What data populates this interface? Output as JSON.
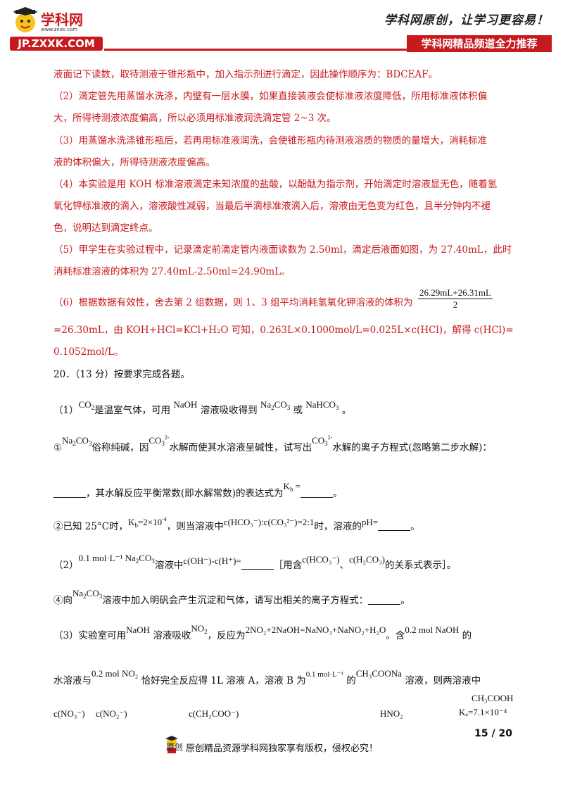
{
  "header": {
    "logo_text": "学科网",
    "logo_url": "www.zxxk.com",
    "badge": "JP.ZXXK.COM",
    "slogan": "学科网原创，让学习更容易！",
    "channel": "学科网精品频道全力推荐"
  },
  "answer": {
    "l1": "液面记下读数，取待测液于锥形瓶中，加入指示剂进行滴定，因此操作顺序为：BDCEAF。",
    "l2": "（2）滴定管先用蒸馏水洗涤，内壁有一层水膜，如果直接装液会使标准液浓度降低，所用标准液体积偏",
    "l3": "大，所得待测液浓度偏高，所以必须用标准液润洗滴定管 2~3 次。",
    "l4": "（3）用蒸馏水洗涤锥形瓶后，若再用标准液润洗，会使锥形瓶内待测液溶质的物质的量增大，消耗标准",
    "l5": "液的体积偏大，所得待测液浓度偏高。",
    "l6": "（4）本实验是用 KOH 标准溶液滴定未知浓度的盐酸，以酚酞为指示剂，开始滴定时溶液显无色，随着氢",
    "l7": "氧化钾标准液的滴入，溶液酸性减弱，当最后半滴标准液滴入后，溶液由无色变为红色，且半分钟内不褪",
    "l8": "色，说明达到滴定终点。",
    "l9": "（5）甲学生在实验过程中，记录滴定前滴定管内液面读数为 2.50ml，滴定后液面如图，为 27.40mL，此时",
    "l10": "消耗标准溶液的体积为 27.40mL-2.50ml=24.90mL。",
    "l11": "（6）根据数据有效性，舍去第 2 组数据，则 1、3 组平均消耗氢氧化钾溶液的体积为",
    "frac_num": "26.29mL+26.31mL",
    "frac_den": "2",
    "l12": "=26.30mL，由 KOH+HCl=KCl+H₂O 可知，0.263L×0.1000mol/L=0.025L×c(HCl)，解得 c(HCl)=",
    "l13": "0.1052mol/L。"
  },
  "q20": {
    "title": "20．（13 分）按要求完成各题。",
    "p1_a": "（1）",
    "co2": "CO",
    "p1_b": "是温室气体，可用",
    "naoh": "NaOH",
    "p1_c": "溶液吸收得到",
    "na2co3": "Na",
    "p1_d": "或",
    "nahco3": "NaHCO",
    "p1_e": "。",
    "q1_a": "①",
    "q1_b": "俗称纯碱，因",
    "co3": "CO",
    "q1_c": "水解而使其水溶液呈碱性，试写出",
    "q1_d": "水解的离子方程式(忽略第二步水解)：",
    "q1_e": "，其水解反应平衡常数(即水解常数)的表达式为",
    "kb": "K",
    "q1_f": "=",
    "q2_a": "②已知 25°C时，",
    "q2_kb": "=2×10",
    "q2_b": "，则当溶液中",
    "q2_ratio": "c(HCO₃⁻):c(CO₃²⁻)=2:1",
    "q2_c": "时，溶液的",
    "ph": "pH=",
    "q2_d": "。",
    "q3_a": "（2）",
    "q3_conc": "0.1 mol·L⁻¹",
    "q3_b": "溶液中",
    "q3_expr": "c(OH⁻)-c(H⁺)=",
    "q3_c": "［用含",
    "q3_hco3": "c(HCO₃⁻)",
    "q3_d": "、",
    "q3_h2co3": "c(H₂CO₃)",
    "q3_e": "的关系式表示］。",
    "q4_a": "④向",
    "q4_b": "溶液中加入明矾会产生沉淀和气体，请写出相关的离子方程式：",
    "q4_c": "。",
    "p3_a": "（3）实验室可用",
    "p3_b": "溶液吸收",
    "no2": "NO",
    "p3_c": "，反应为",
    "p3_eq": "2NO₂+2NaOH=NaNO₃+NaNO₂+H₂O",
    "p3_d": "。含",
    "p3_amt": "0.2 mol NaOH",
    "p3_e": "的",
    "p4_a": "水溶液与",
    "p4_amt": "0.2 mol NO₂",
    "p4_b": "恰好完全反应得 1L 溶液 A，溶液 B 为",
    "p4_conc": "0.1 mol·L⁻¹",
    "p4_c": "的",
    "ch3coona": "CH₃COONa",
    "p4_d": "溶液，则两溶液中",
    "p5_no3": "c(NO₃⁻)",
    "p5_no2": "c(NO₂⁻)",
    "p5_ac": "c(CH₃COO⁻)",
    "p5_hno2": "HNO₂",
    "p5_ch3cooh": "CH₃COOH",
    "p5_ka": "Kₐ=7.1×10⁻⁴"
  },
  "footer": {
    "page": "15 / 20",
    "notice": "原创精品资源学科网独家享有版权，侵权必究！",
    "icon_text": "原创"
  }
}
